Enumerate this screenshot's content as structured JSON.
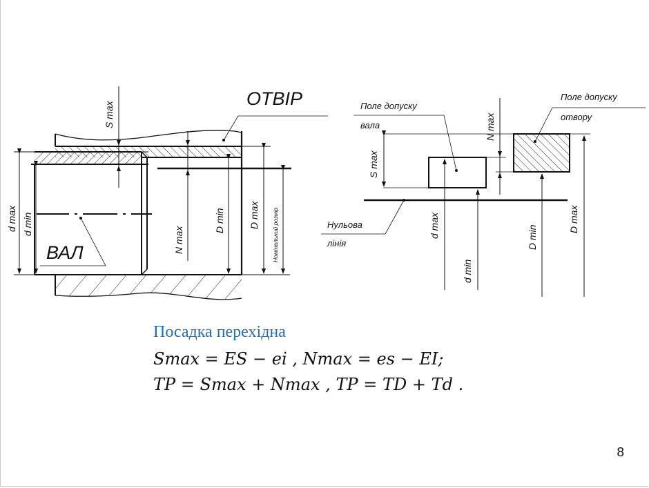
{
  "diagram": {
    "left": {
      "hole_label": "ОТВІР",
      "shaft_label": "ВАЛ",
      "dims": {
        "s_max": "S max",
        "d_max": "d max",
        "d_min": "d min",
        "n_max": "N max",
        "D_min": "D min",
        "D_max": "D max",
        "nominal": "Номінальний розмір"
      }
    },
    "right": {
      "shaft_field_line1": "Поле допуску",
      "shaft_field_line2": "вала",
      "hole_field_line1": "Поле допуску",
      "hole_field_line2": "отвору",
      "zero_line_1": "Нульова",
      "zero_line_2": "лінія",
      "dims": {
        "n_max": "N max",
        "s_max": "S max",
        "d_max": "d max",
        "d_min": "d min",
        "D_min": "D min",
        "D_max": "D max"
      }
    }
  },
  "text": {
    "heading": "Посадка перехідна",
    "formula1": "Smax = ES − ei , Nmax = es − EI;",
    "formula2": "TP = Smax + Nmax , TP = TD + Td ."
  },
  "page_number": "8",
  "colors": {
    "heading": "#1f6fbf"
  }
}
